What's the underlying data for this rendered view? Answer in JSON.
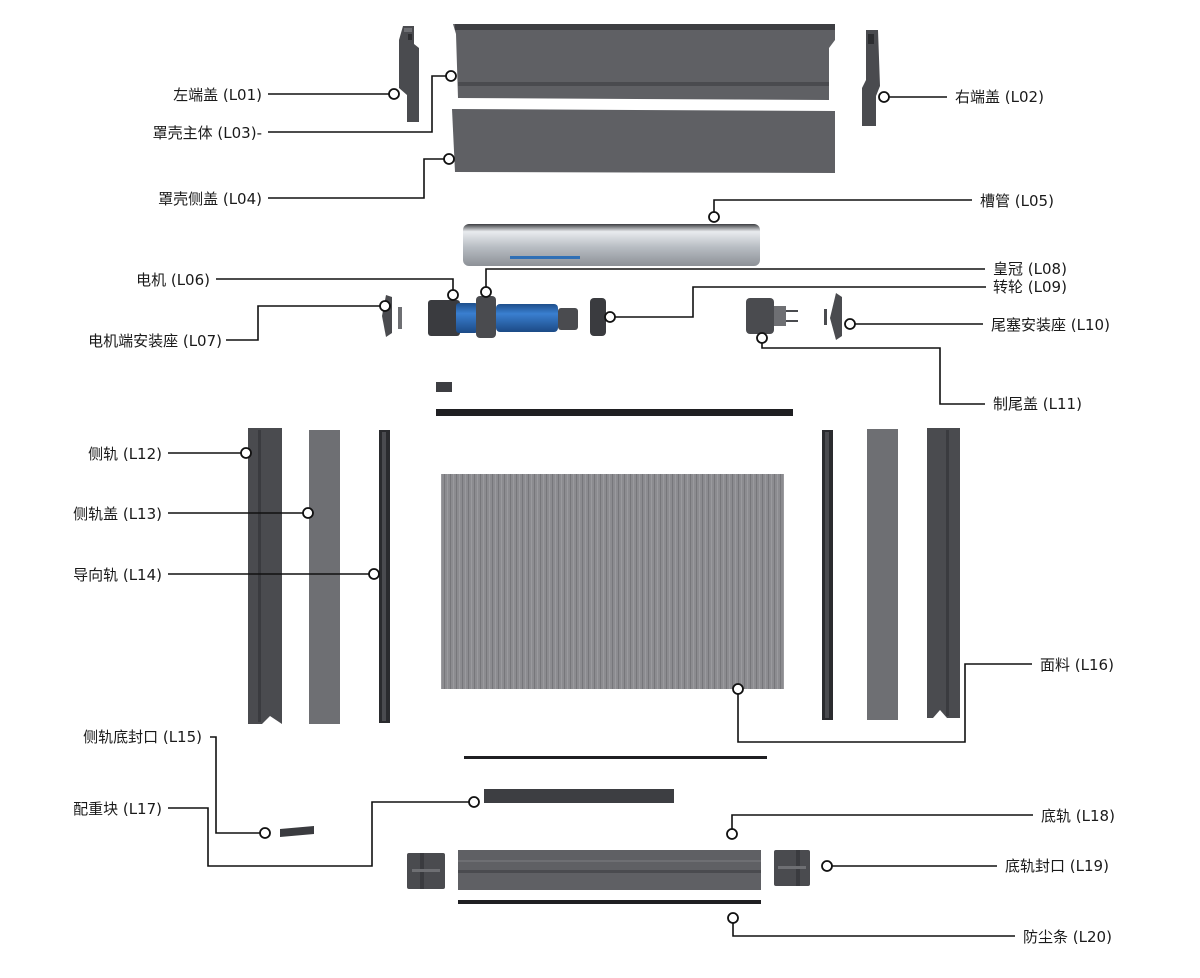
{
  "colors": {
    "part_dark": "#4a4b4f",
    "part_mid": "#5f6064",
    "part_light": "#6e6f73",
    "motor_blue": "#2f6fb5",
    "tube_silver": "#cfd3d8",
    "fabric": "#8a8a8e",
    "leader": "#111111"
  },
  "labels": {
    "L01": "左端盖 (L01)",
    "L02": "右端盖 (L02)",
    "L03": "罩壳主体 (L03)-",
    "L04": "罩壳侧盖 (L04)",
    "L05": "槽管 (L05)",
    "L06": "电机 (L06)",
    "L07": "电机端安装座 (L07)",
    "L08": "皇冠 (L08)",
    "L09": "转轮 (L09)",
    "L10": "尾塞安装座 (L10)",
    "L11": "制尾盖 (L11)",
    "L12": "侧轨 (L12)",
    "L13": "侧轨盖 (L13)",
    "L14": "导向轨 (L14)",
    "L15": "侧轨底封口 (L15)",
    "L16": "面料 (L16)",
    "L17": "配重块 (L17)",
    "L18": "底轨 (L18)",
    "L19": "底轨封口 (L19)",
    "L20": "防尘条 (L20)"
  }
}
